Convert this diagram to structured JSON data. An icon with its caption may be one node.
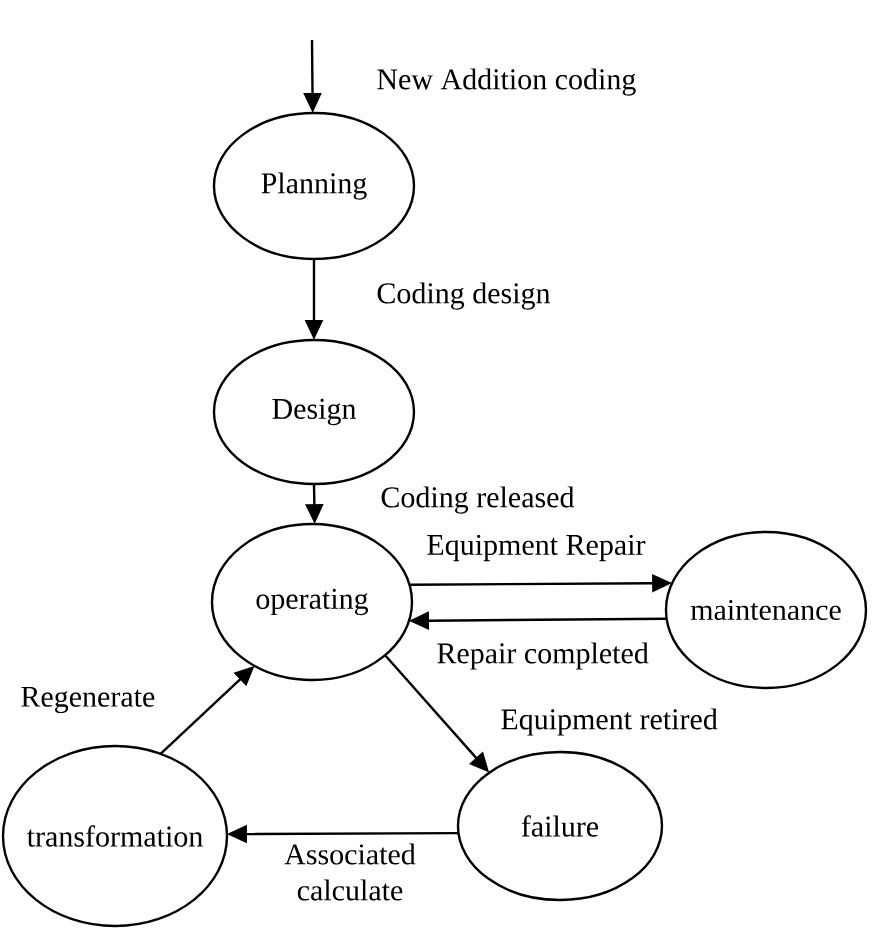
{
  "diagram": {
    "nodes": [
      {
        "text": [
          "Planning"
        ]
      },
      {
        "text": [
          "Design"
        ]
      },
      {
        "text": [
          "operating"
        ]
      },
      {
        "text": [
          "maintenance"
        ]
      },
      {
        "text": [
          "failure"
        ]
      },
      {
        "text": [
          "transformation"
        ]
      }
    ],
    "edges": [
      {
        "from": null,
        "to": 0,
        "arrow": "to",
        "label": "New Addition coding"
      },
      {
        "from": 0,
        "to": 1,
        "arrow": "to",
        "label": "Coding design"
      },
      {
        "from": 1,
        "to": 2,
        "arrow": "to",
        "label": "Coding released"
      },
      {
        "from": 2,
        "to": 3,
        "arrow": "to",
        "label": "Equipment Repair"
      },
      {
        "from": 3,
        "to": 2,
        "arrow": "to",
        "label": "Repair completed"
      },
      {
        "from": 2,
        "to": 4,
        "arrow": "to",
        "label": "Equipment retired"
      },
      {
        "from": 4,
        "to": 5,
        "arrow": "to",
        "label": "Associated calculate"
      },
      {
        "from": 5,
        "to": 2,
        "arrow": "to",
        "label": "Regenerate"
      }
    ]
  }
}
